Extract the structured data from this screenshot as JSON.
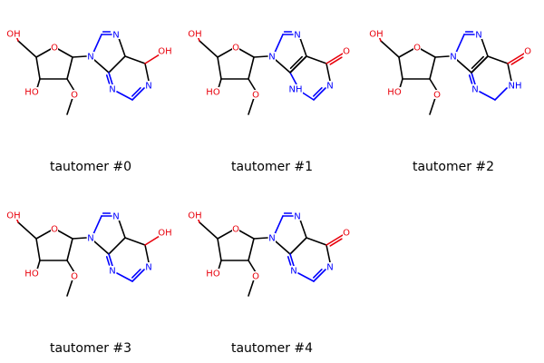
{
  "colors": {
    "bond": "#000000",
    "oxygen": "#e8000b",
    "nitrogen": "#0000ff",
    "background": "#ffffff"
  },
  "atom_labels": {
    "ho_primary": "OH",
    "ho_secondary": "HO",
    "ring_oxygen": "O",
    "nitrogen": "N",
    "nh": "NH",
    "hydroxyl": "OH",
    "carbonyl": "O"
  },
  "tautomers": [
    {
      "label": "tautomer #0",
      "variant": "enol"
    },
    {
      "label": "tautomer #1",
      "variant": "keto_n1h"
    },
    {
      "label": "tautomer #2",
      "variant": "keto_n3h"
    },
    {
      "label": "tautomer #3",
      "variant": "enol"
    },
    {
      "label": "tautomer #4",
      "variant": "keto_c5h"
    }
  ]
}
